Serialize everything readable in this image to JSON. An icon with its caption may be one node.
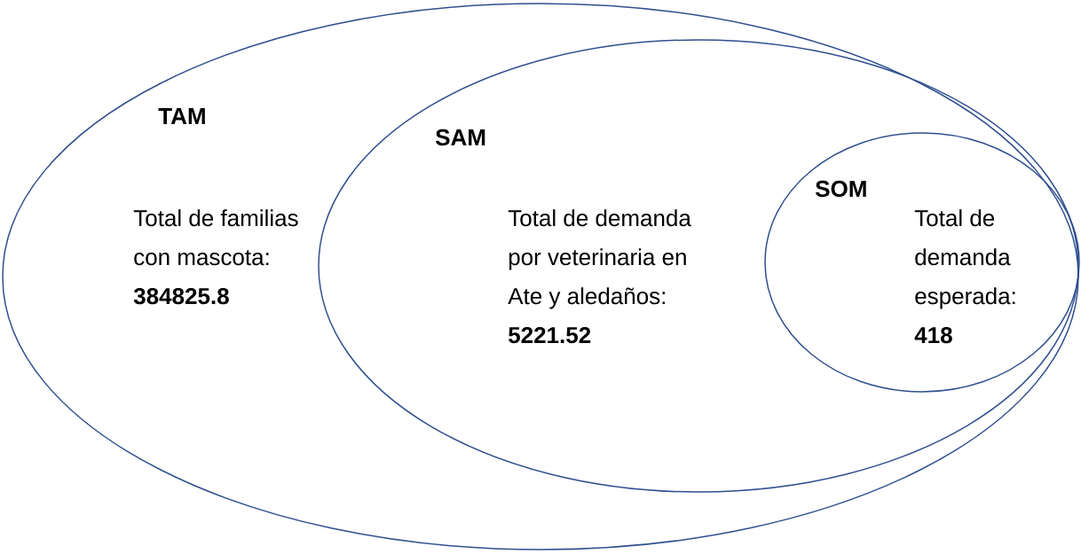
{
  "diagram": {
    "nodes": [
      {
        "text": [
          "TAM",
          "Total de familias con mascota: **384825.8**"
        ]
      },
      {
        "text": [
          "SAM",
          "Total de demanda por veterinaria en Ate y aledaños: **5221.52**"
        ],
        "in": 0
      },
      {
        "text": [
          "SOM",
          "Total de demanda esperada: **418**"
        ],
        "in": 1
      }
    ]
  }
}
